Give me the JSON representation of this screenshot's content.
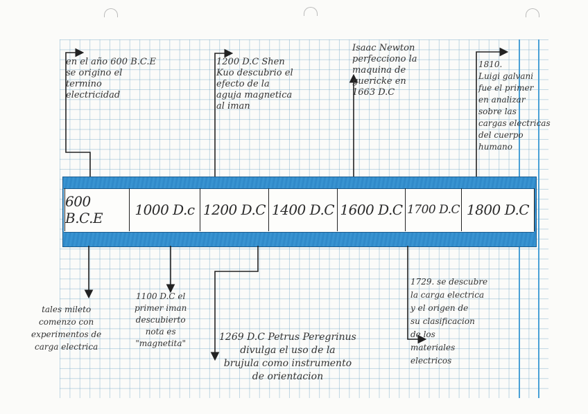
{
  "timeline": {
    "cells": [
      "600 B.C.E",
      "1000 D.c",
      "1200 D.C",
      "1400 D.C",
      "1600 D.C",
      "1700 D.C",
      "1800 D.C"
    ]
  },
  "notes": {
    "n600": "en el año 600 B.C.E\nse origino el\ntermino\nelectricidad",
    "n1200": "1200 D.C Shen\nKuo descubrio el\nefecto de la\naguja magnetica\nal iman",
    "n1663": "Isaac Newton\nperfecciono la\nmaquina de\nguericke en\n1663 D.C",
    "n1810": "1810.\nLuigi galvani\nfue el primer\nen analizar\nsobre las\ncargas electricas\ndel cuerpo\nhumano",
    "nthales": "tales mileto\ncomenzo con\nexperimentos de\ncarga electrica",
    "n1100": "1100 D.C el\nprimer iman\ndescubierto\nnota es\n\"magnetita\"",
    "n1269": "1269 D.C Petrus Peregrinus\ndivulga el uso de la\nbrujula como instrumento\nde orientacion",
    "n1729": "1729. se descubre\nla carga electrica\ny el origen de\nsu clasificacion\nde los\nmateriales\nelectricos"
  }
}
